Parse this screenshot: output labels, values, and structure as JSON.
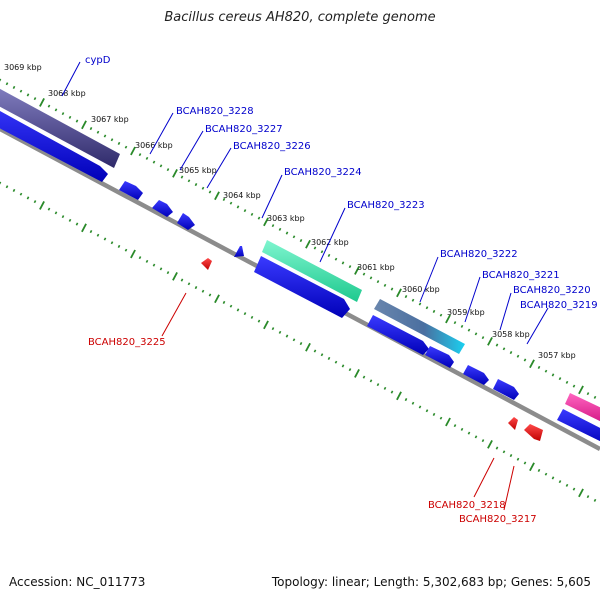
{
  "title": "Bacillus cereus AH820, complete genome",
  "footer": {
    "accession": "Accession: NC_011773",
    "summary": "Topology: linear; Length: 5,302,683 bp; Genes: 5,605"
  },
  "colors": {
    "backbone": "#888888",
    "tick": "#2a8a2a",
    "cds_forward": "#0000ee",
    "cds_reverse": "#ee0000",
    "label_forward": "#0000cc",
    "label_reverse": "#cc0000"
  },
  "scale": {
    "labels": [
      "3069 kbp",
      "3068 kbp",
      "3067 kbp",
      "3066 kbp",
      "3065 kbp",
      "3064 kbp",
      "3063 kbp",
      "3062 kbp",
      "3061 kbp",
      "3060 kbp",
      "3059 kbp",
      "3058 kbp",
      "3057 kbp"
    ]
  },
  "features": {
    "gene_labels_forward": [
      "cypD",
      "BCAH820_3228",
      "BCAH820_3227",
      "BCAH820_3226",
      "BCAH820_3224",
      "BCAH820_3223",
      "BCAH820_3222",
      "BCAH820_3221",
      "BCAH820_3220",
      "BCAH820_3219"
    ],
    "gene_labels_reverse": [
      "BCAH820_3225",
      "BCAH820_3218",
      "BCAH820_3217"
    ]
  }
}
